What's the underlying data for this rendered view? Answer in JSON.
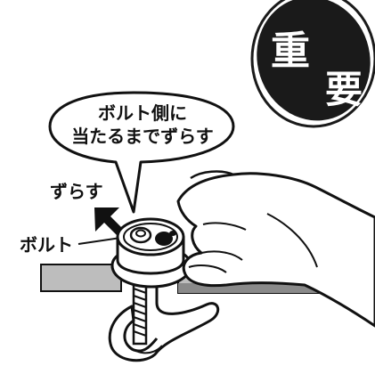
{
  "badge": {
    "char1": "重",
    "char2": "要"
  },
  "bubble": {
    "line1": "ボルト側に",
    "line2": "当たるまでずらす"
  },
  "labels": {
    "slide": "ずらす",
    "bolt": "ボルト"
  },
  "colors": {
    "ink": "#111111",
    "badge_fill": "#1a1a1a",
    "desk_gray": "#bdbdbd",
    "desk_dark": "#6f6f6f",
    "paper": "#ffffff"
  },
  "icons": {
    "slide_arrow": "arrow-up-left-icon"
  }
}
